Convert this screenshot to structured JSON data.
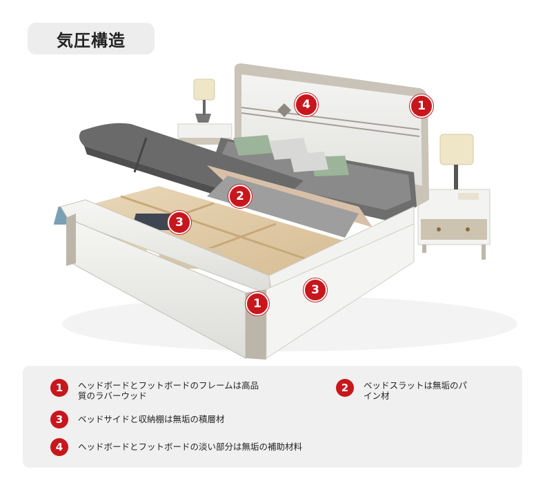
{
  "title": "気圧構造",
  "markers": {
    "m1a": "1",
    "m1b": "1",
    "m2": "2",
    "m3a": "3",
    "m3b": "3",
    "m4": "4"
  },
  "legend": {
    "items": [
      {
        "num": "1",
        "line1": "ヘッドボードとフットボードのフレームは高品",
        "line2": "質のラバーウッド"
      },
      {
        "num": "2",
        "line1": "ベッドスラットは無垢のパ",
        "line2": "イン材"
      },
      {
        "num": "3",
        "line1": "ベッドサイドと収納棚は無垢の積層材",
        "line2": ""
      },
      {
        "num": "4",
        "line1": "ヘッドボードとフットボードの淡い部分は無垢の補助材料",
        "line2": ""
      }
    ]
  },
  "colors": {
    "accent": "#c8161d",
    "panel": "#f0f0f0"
  }
}
